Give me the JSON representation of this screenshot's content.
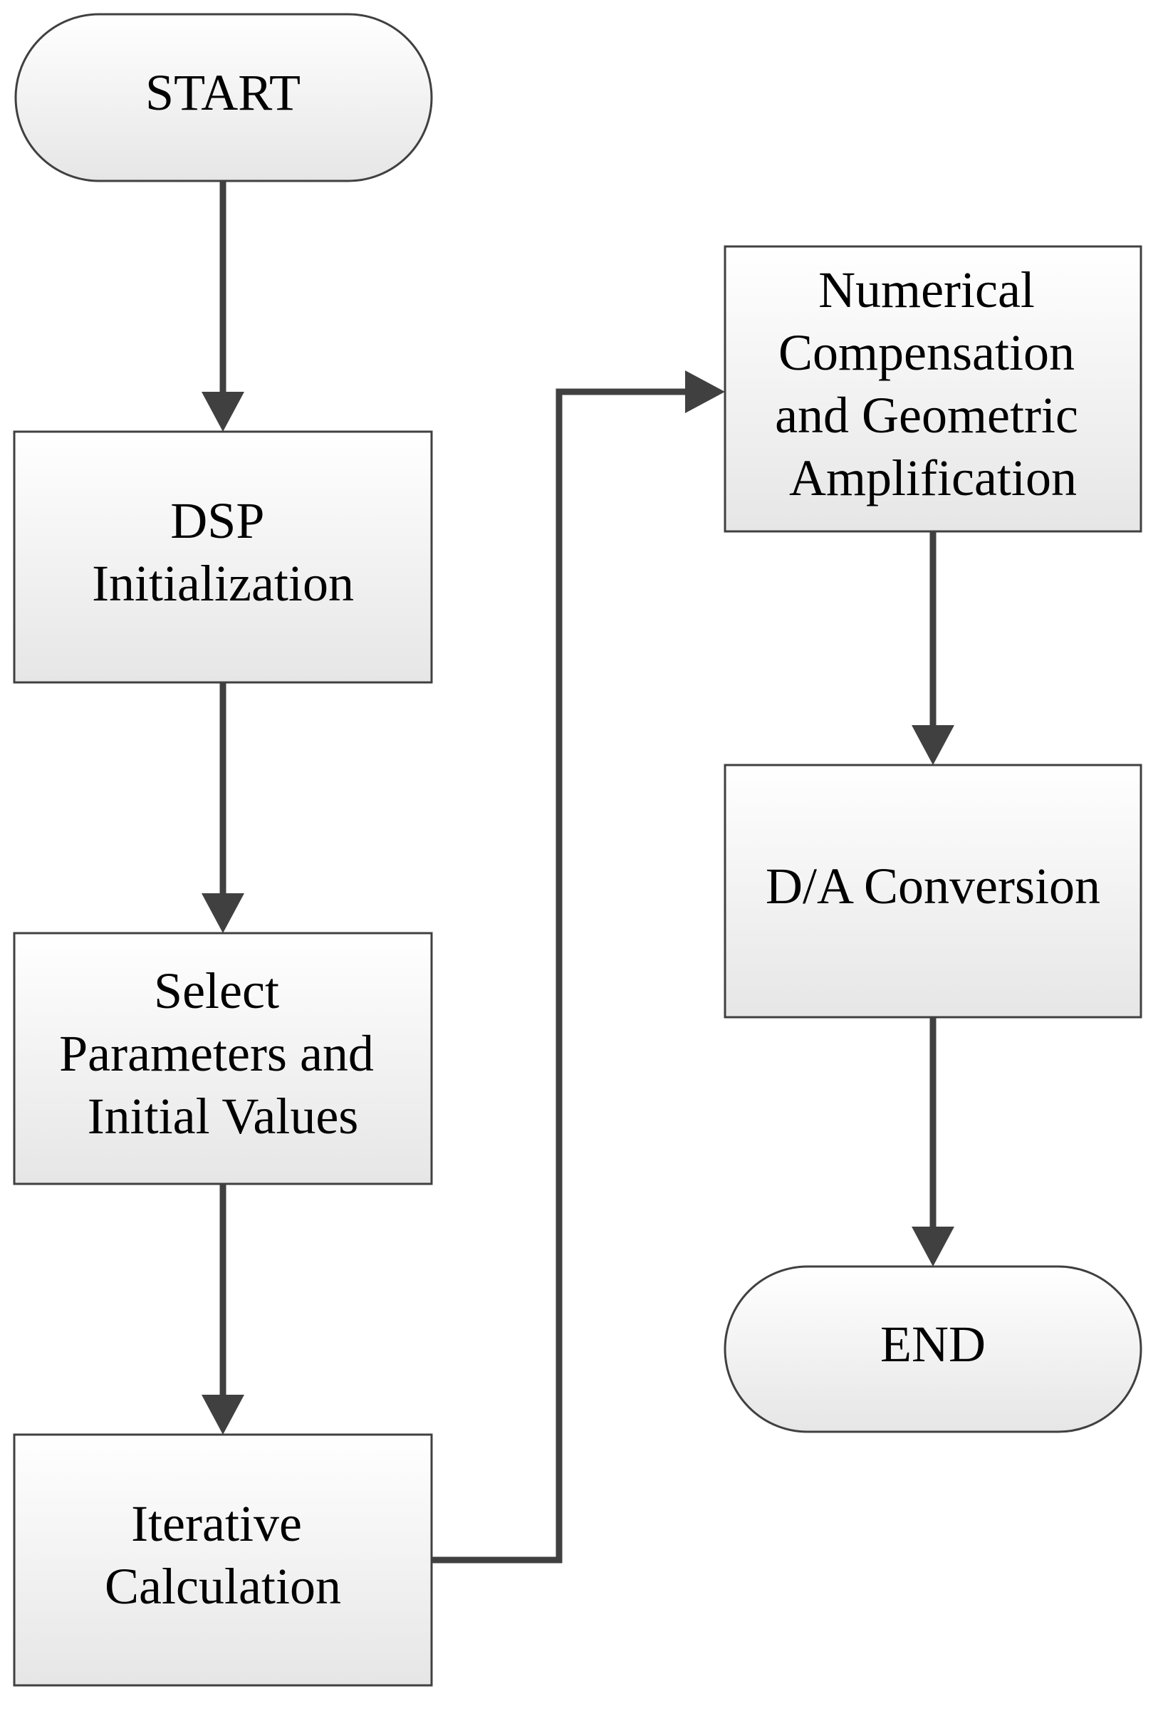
{
  "nodes": {
    "start": [
      "START"
    ],
    "dsp_init": [
      "DSP",
      "Initialization"
    ],
    "select_params": [
      "Select",
      "Parameters and",
      "Initial Values"
    ],
    "iterative_calc": [
      "Iterative",
      "Calculation"
    ],
    "numerical_comp": [
      "Numerical",
      "Compensation",
      "and Geometric",
      "Amplification"
    ],
    "da_conversion": [
      "D/A Conversion"
    ],
    "end": [
      "END"
    ]
  },
  "colors": {
    "stroke": "#404040",
    "fill_top": "#ffffff",
    "fill_bottom": "#e6e6e6"
  }
}
